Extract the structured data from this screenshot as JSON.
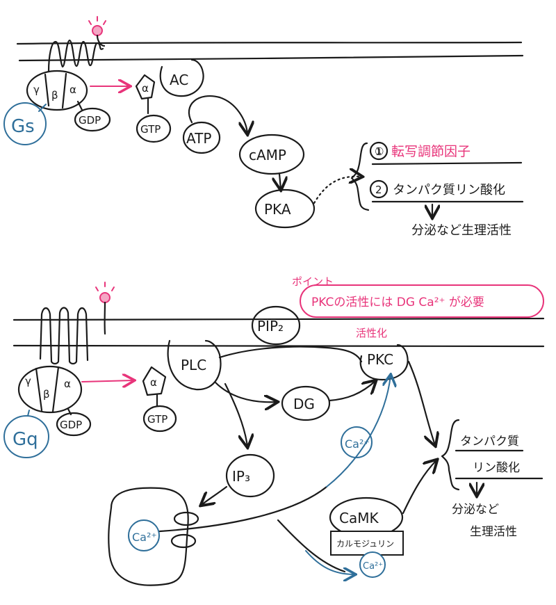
{
  "colors": {
    "ink": "#1a1a1a",
    "accent_pink": "#e8347a",
    "accent_blue": "#2f6f9a",
    "background": "#ffffff"
  },
  "gs_pathway": {
    "g_protein_subunits": [
      "γ",
      "β",
      "α"
    ],
    "gs_label": "Gs",
    "gdp": "GDP",
    "alpha_active": "α",
    "gtp": "GTP",
    "ac": "AC",
    "atp": "ATP",
    "camp": "cAMP",
    "pka": "PKA",
    "outcome_1_num": "①",
    "outcome_1": "転写調節因子",
    "outcome_2_num": "②",
    "outcome_2": "タンパク質リン酸化",
    "outcome_result": "分泌など生理活性"
  },
  "gq_pathway": {
    "g_protein_subunits": [
      "γ",
      "β",
      "α"
    ],
    "gq_label": "Gq",
    "gdp": "GDP",
    "alpha_active": "α",
    "gtp": "GTP",
    "plc": "PLC",
    "pip2": "PIP₂",
    "dg": "DG",
    "ip3": "IP₃",
    "pkc": "PKC",
    "activation": "活性化",
    "note_prefix": "ポイント",
    "note": "PKCの活性には DG Ca²⁺ が必要",
    "ca_er": "Ca²⁺",
    "ca_cyto": "Ca²⁺",
    "ca_calmodulin": "Ca²⁺",
    "camk": "CaMK",
    "calmodulin": "カルモジュリン",
    "outcome_1": "タンパク質",
    "outcome_2": "リン酸化",
    "outcome_result_1": "分泌など",
    "outcome_result_2": "生理活性"
  }
}
